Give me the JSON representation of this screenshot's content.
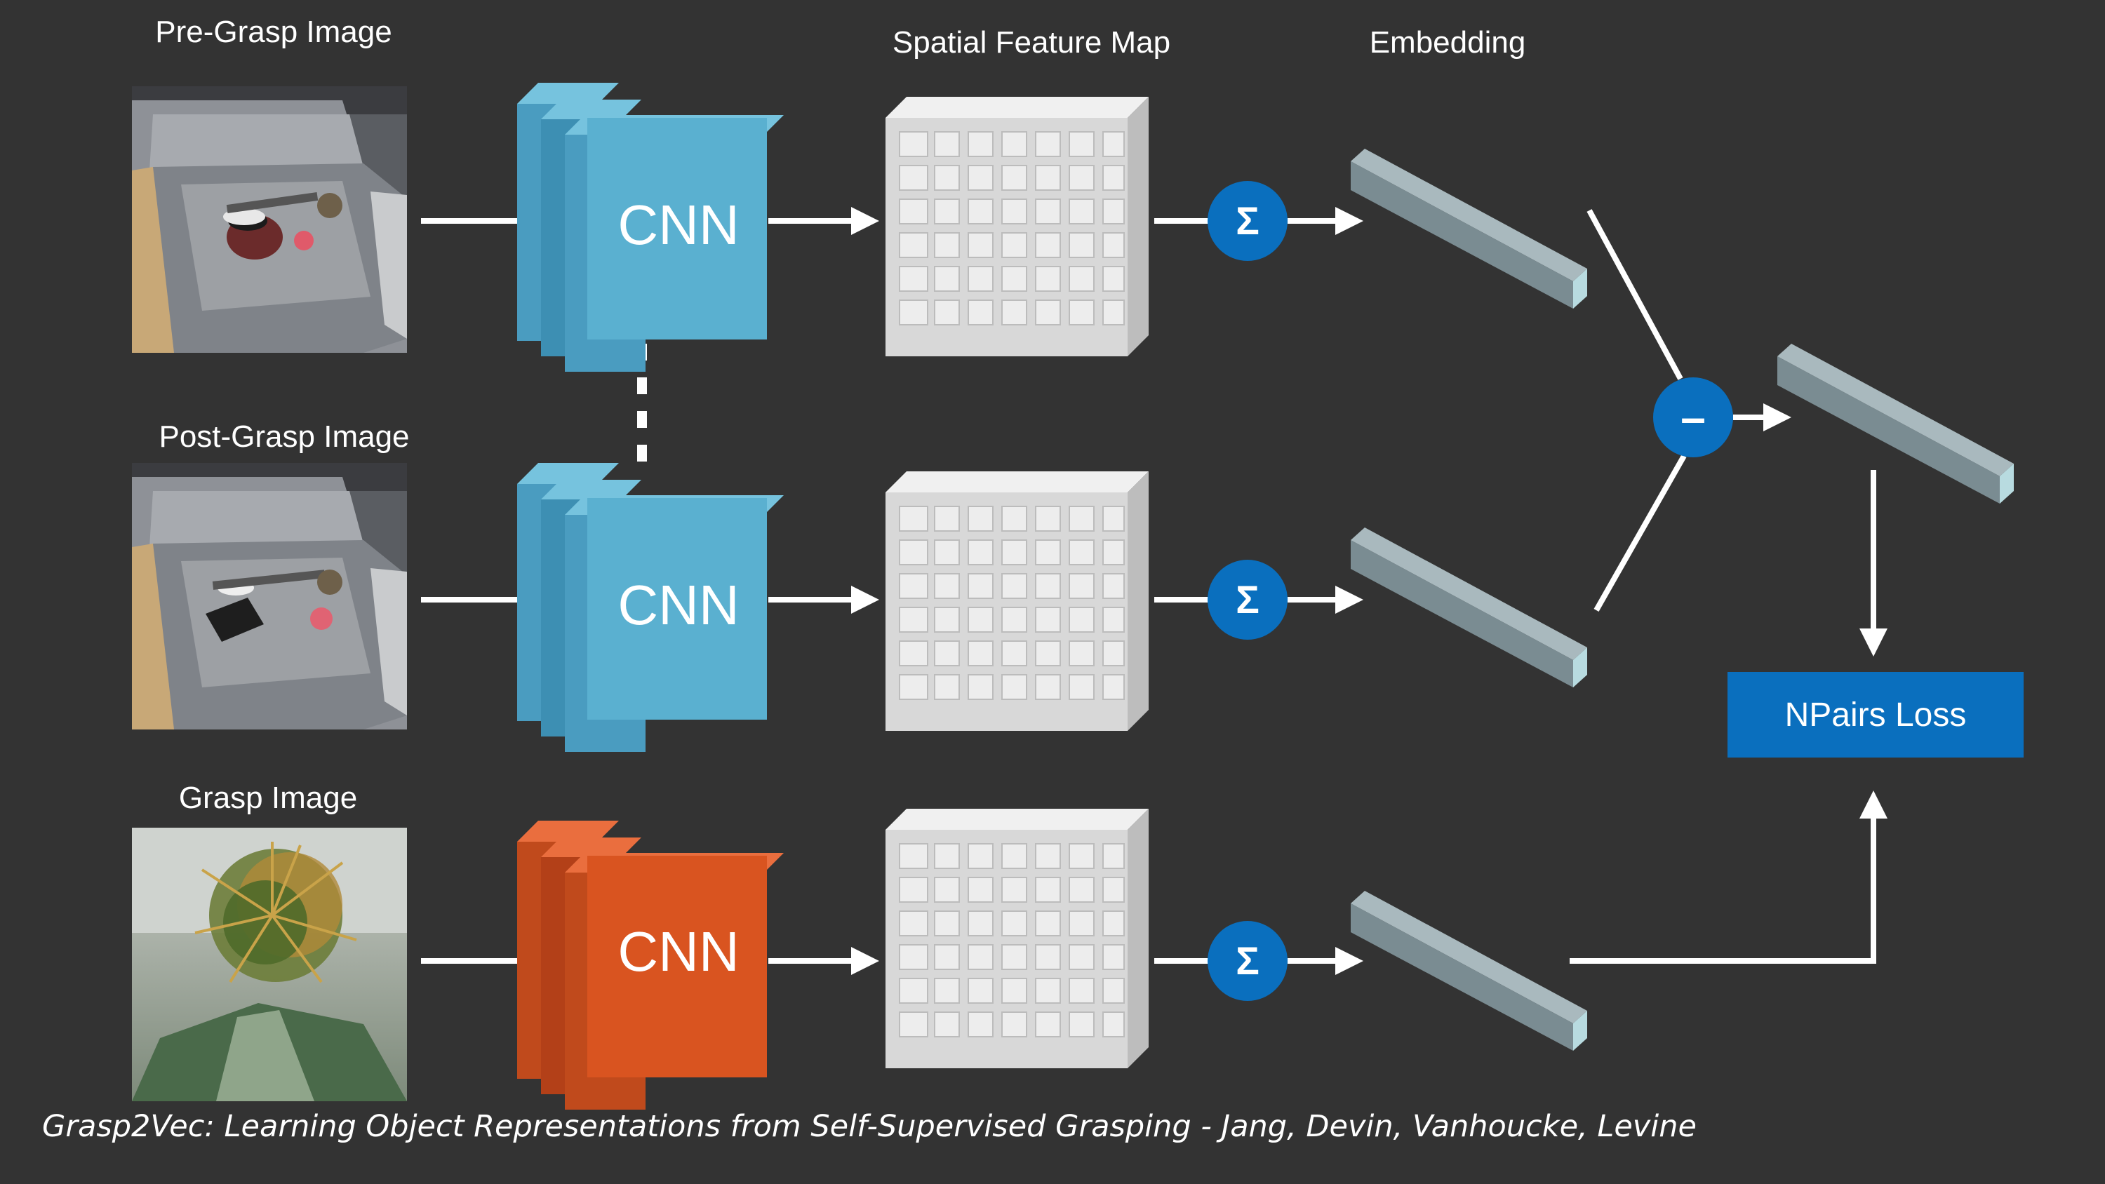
{
  "labels": {
    "pre_grasp": "Pre-Grasp Image",
    "post_grasp": "Post-Grasp Image",
    "grasp": "Grasp Image",
    "feature_map": "Spatial Feature Map",
    "embedding": "Embedding"
  },
  "cnn_label": "CNN",
  "sum_symbol": "Σ",
  "minus_symbol": "–",
  "loss_label": "NPairs Loss",
  "caption": "Grasp2Vec: Learning Object Representations from Self-Supervised Grasping - Jang, Devin, Vanhoucke, Levine",
  "colors": {
    "background": "#333333",
    "cnn_blue": "#5ab0d0",
    "cnn_orange": "#d95420",
    "operator_blue": "#0a6fbe",
    "loss_box": "#0a6fbe",
    "embedding_bar": "#7a8c92",
    "feature_map": "#dcdcdc",
    "arrow": "#ffffff"
  },
  "icons": {
    "pre_grasp_image": "tray-with-objects-photo",
    "post_grasp_image": "tray-after-grasp-photo",
    "grasp_image": "gripper-holding-brush-photo"
  }
}
